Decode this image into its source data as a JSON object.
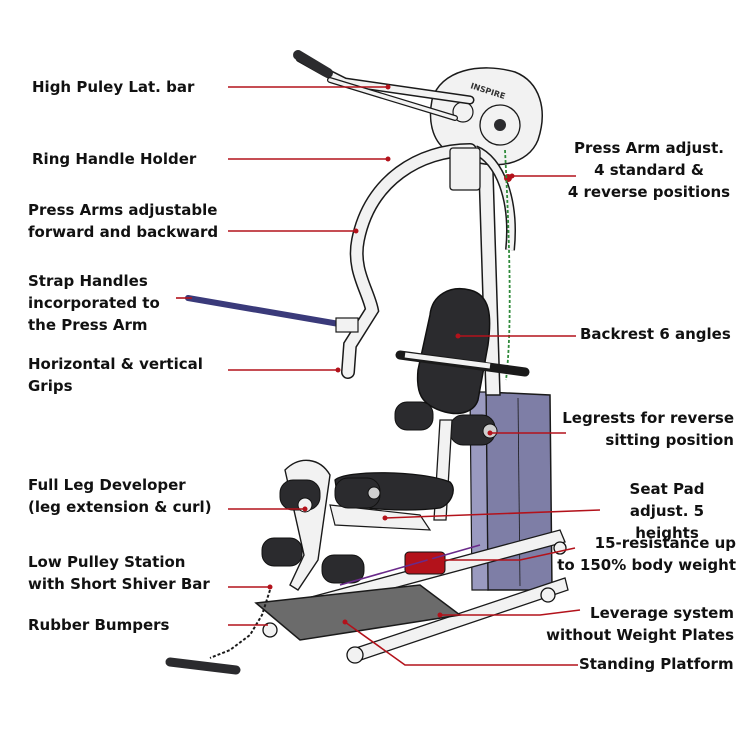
{
  "colors": {
    "leader": "#b3121b",
    "frame": "#f2f2f2",
    "outline": "#1a1a1a",
    "pad": "#2b2b2e",
    "panel": "#7e7ea6",
    "platform": "#6b6b6b",
    "band": "#2f8a3a",
    "strap": "#3a3a7a"
  },
  "labels": {
    "high_pulley": "High Puley Lat. bar",
    "ring_handle": "Ring Handle Holder",
    "press_arms_adj": "Press Arms adjustable\nforward and backward",
    "strap_handles": "Strap Handles\nincorporated to\nthe Press Arm",
    "grips": "Horizontal & vertical\nGrips",
    "leg_developer": "Full Leg Developer\n(leg extension & curl)",
    "low_pulley": "Low Pulley Station\nwith Short Shiver Bar",
    "rubber_bumpers": "Rubber Bumpers",
    "press_arm_adjust": "Press Arm adjust.\n4 standard &\n4 reverse  positions",
    "backrest": "Backrest 6 angles",
    "legrests": "Legrests for reverse\nsitting position",
    "seat_pad": "Seat Pad\nadjust. 5 heights",
    "resistance": "15-resistance up\nto 150% body weight",
    "leverage": "Leverage system\nwithout Weight Plates",
    "platform": "Standing Platform"
  },
  "brand_mark": "INSPIRE"
}
